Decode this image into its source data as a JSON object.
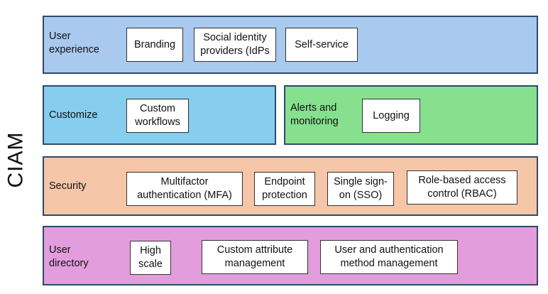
{
  "title": "CIAM",
  "colors": {
    "user_experience": "#a9c9ee",
    "customize": "#86cdee",
    "alerts": "#86e08e",
    "security": "#f6c6a8",
    "user_directory": "#e39ddc",
    "border": "#2f4a6b"
  },
  "bands": {
    "user_experience": {
      "label": "User\nexperience",
      "items": [
        "Branding",
        "Social identity\nproviders (IdPs",
        "Self-service"
      ]
    },
    "customize": {
      "label": "Customize",
      "items": [
        "Custom\nworkflows"
      ]
    },
    "alerts": {
      "label": "Alerts and\nmonitoring",
      "items": [
        "Logging"
      ]
    },
    "security": {
      "label": "Security",
      "items": [
        "Multifactor\nauthentication (MFA)",
        "Endpoint\nprotection",
        "Single sign-\non (SSO)",
        "Role-based access\ncontrol (RBAC)"
      ]
    },
    "user_directory": {
      "label": "User\ndirectory",
      "items": [
        "High scale",
        "Custom attribute\nmanagement",
        "User and authentication\nmethod management"
      ]
    }
  }
}
